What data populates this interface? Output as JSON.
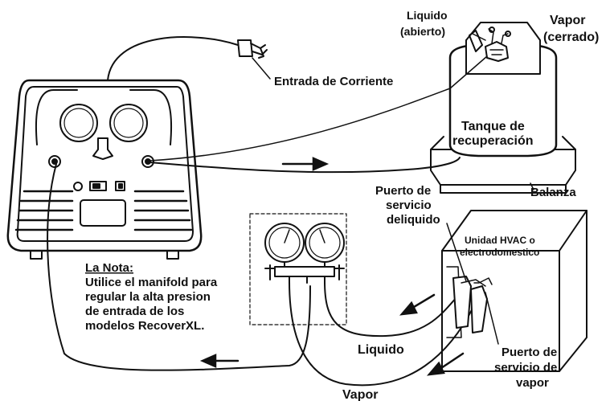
{
  "labels": {
    "liquido_tank": "Liquido",
    "abierto": "(abierto)",
    "vapor_tank": "Vapor",
    "cerrado": "(cerrado)",
    "entrada_corriente": "Entrada de Corriente",
    "tanque_1": "Tanque de",
    "tanque_2": "recuperación",
    "balanza": "Balanza",
    "puerto_liq_1": "Puerto de",
    "puerto_liq_2": "servicio",
    "puerto_liq_3": "deliquido",
    "unidad_1": "Unidad HVAC o",
    "unidad_2": "electrodomestico",
    "nota_title": "La Nota:",
    "nota_1": "Utilice el manifold para",
    "nota_2": "regular la alta presion",
    "nota_3": "de entrada de los",
    "nota_4": "modelos RecoverXL.",
    "liquido_line": "Liquido",
    "vapor_line": "Vapor",
    "puerto_vap_1": "Puerto de",
    "puerto_vap_2": "servicio de",
    "puerto_vap_3": "vapor"
  },
  "colors": {
    "stroke": "#111111",
    "background": "#ffffff"
  }
}
